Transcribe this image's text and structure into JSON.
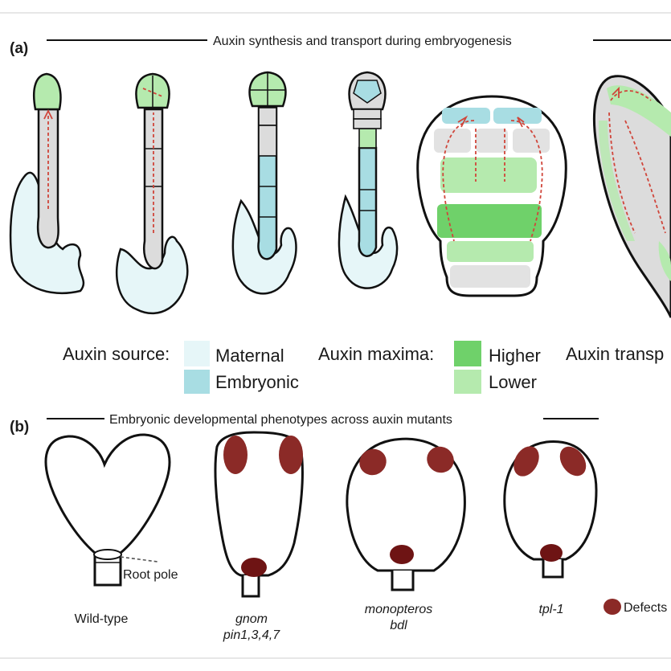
{
  "panel_a": {
    "letter": "(a)",
    "heading": "Auxin synthesis and transport during embryogenesis"
  },
  "legend": {
    "source_label": "Auxin source:",
    "source_items": [
      {
        "name": "Maternal",
        "color": "#e6f6f8"
      },
      {
        "name": "Embryonic",
        "color": "#a8dde3"
      }
    ],
    "maxima_label": "Auxin maxima:",
    "maxima_items": [
      {
        "name": "Higher",
        "color": "#6fd16a"
      },
      {
        "name": "Lower",
        "color": "#b5eaae"
      }
    ],
    "transport_label": "Auxin transp"
  },
  "panel_b": {
    "letter": "(b)",
    "heading": "Embryonic developmental phenotypes across auxin mutants",
    "root_pole_label": "Root pole",
    "mutants": [
      {
        "line1": "Wild-type",
        "line2": "",
        "italic": false
      },
      {
        "line1": "gnom",
        "line2": "pin1,3,4,7",
        "italic": true
      },
      {
        "line1": "monopteros",
        "line2": "bdl",
        "italic": true
      },
      {
        "line1": "tpl-1",
        "line2": "",
        "italic": true
      }
    ],
    "defects_label": "Defects",
    "defect_color": "#8b2a27"
  },
  "colors": {
    "maternal": "#e6f6f8",
    "embryonic": "#a8dde3",
    "cell_grey": "#dcdcdc",
    "max_high": "#6fd16a",
    "max_low": "#b5eaae",
    "arrow": "#d0453a",
    "defect_dark": "#6e1414"
  }
}
